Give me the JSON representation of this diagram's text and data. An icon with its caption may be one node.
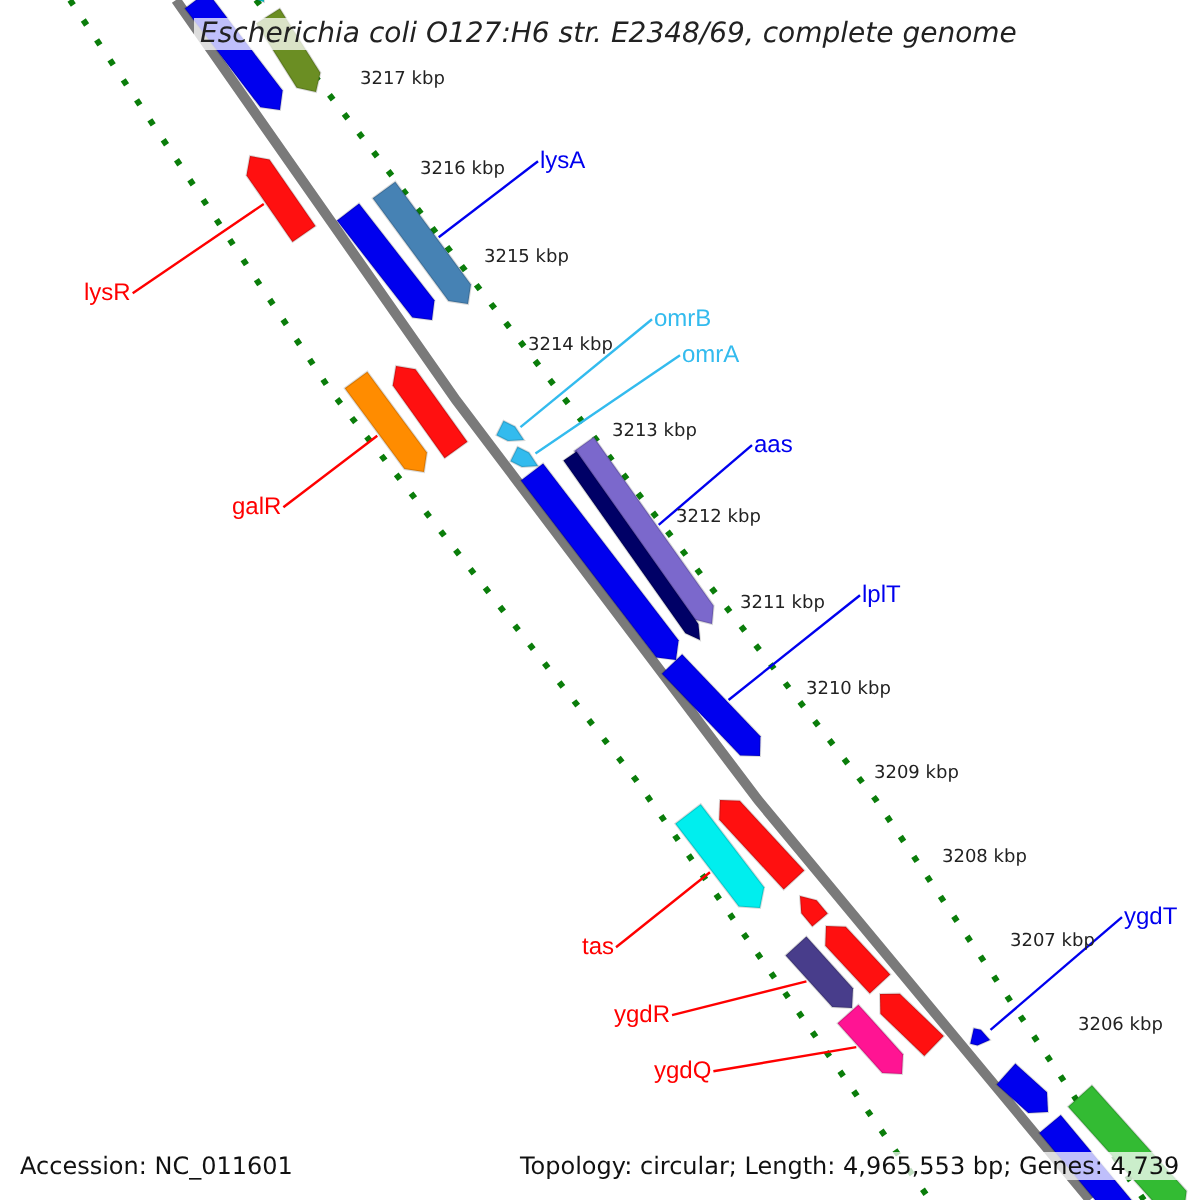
{
  "diagram": {
    "title": "Escherichia coli O127:H6 str. E2348/69, complete genome",
    "nodes": [
      {
        "text": [],
        "shape": "bar"
      },
      {
        "text": [],
        "shape": "bar"
      },
      {
        "text": [],
        "shape": "bar"
      },
      {
        "text": [
          "lysA"
        ]
      },
      {
        "text": [],
        "shape": "bar"
      },
      {
        "text": [],
        "shape": "bar"
      },
      {
        "text": [
          "lysR"
        ]
      },
      {
        "text": [],
        "shape": "bar"
      },
      {
        "text": [
          "omrB"
        ]
      },
      {
        "text": [
          "omrA"
        ]
      },
      {
        "text": [
          "galR"
        ]
      },
      {
        "text": [],
        "shape": "bar"
      },
      {
        "text": [],
        "shape": "bar"
      },
      {
        "text": [],
        "shape": "bar"
      },
      {
        "text": [],
        "shape": "bar"
      },
      {
        "text": [
          "aas"
        ]
      },
      {
        "text": [],
        "shape": "bar"
      },
      {
        "text": [],
        "shape": "bar"
      },
      {
        "text": [],
        "shape": "bar"
      },
      {
        "text": [
          "lplT"
        ]
      },
      {
        "text": [],
        "shape": "bar"
      },
      {
        "text": [],
        "shape": "bar"
      },
      {
        "text": [
          "tas"
        ]
      },
      {
        "text": [],
        "shape": "bar"
      },
      {
        "text": [],
        "shape": "bar"
      },
      {
        "text": [],
        "shape": "bar"
      },
      {
        "text": [
          "ygdR"
        ]
      },
      {
        "text": [],
        "shape": "bar"
      },
      {
        "text": [
          "ygdT"
        ]
      },
      {
        "text": [],
        "shape": "bar"
      },
      {
        "text": [
          "ygdQ"
        ]
      },
      {
        "text": [],
        "shape": "bar"
      },
      {
        "text": [],
        "shape": "bar"
      },
      {
        "text": [],
        "shape": "bar"
      },
      {
        "text": [],
        "shape": "bar"
      },
      {
        "text": [],
        "shape": "bar"
      }
    ],
    "edges": [
      {
        "from": 3,
        "to": 4,
        "arrow": "none",
        "color": "#0000ee"
      },
      {
        "from": 6,
        "to": 7,
        "arrow": "none"
      },
      {
        "from": 8,
        "to": 13,
        "arrow": "none",
        "color": "#33bbee"
      },
      {
        "from": 9,
        "to": 14,
        "arrow": "none",
        "color": "#33bbee"
      },
      {
        "from": 10,
        "to": 11,
        "arrow": "none"
      },
      {
        "from": 15,
        "to": 16,
        "arrow": "none",
        "color": "#0000ee"
      },
      {
        "from": 19,
        "to": 20,
        "arrow": "none",
        "color": "#0000ee"
      },
      {
        "from": 22,
        "to": 23,
        "arrow": "none"
      },
      {
        "from": 26,
        "to": 27,
        "arrow": "none"
      },
      {
        "from": 28,
        "to": 29,
        "arrow": "none",
        "color": "#0000ee"
      },
      {
        "from": 30,
        "to": 31,
        "arrow": "none"
      }
    ],
    "labels": [
      "3217 kbp",
      "3216 kbp",
      "3215 kbp",
      "3214 kbp",
      "3213 kbp",
      "3212 kbp",
      "3211 kbp",
      "3210 kbp",
      "3209 kbp",
      "3208 kbp",
      "3207 kbp",
      "3206 kbp",
      "Accession: NC_011601",
      "Topology: circular; Length: 4,965,553 bp; Genes: 4,739"
    ]
  }
}
